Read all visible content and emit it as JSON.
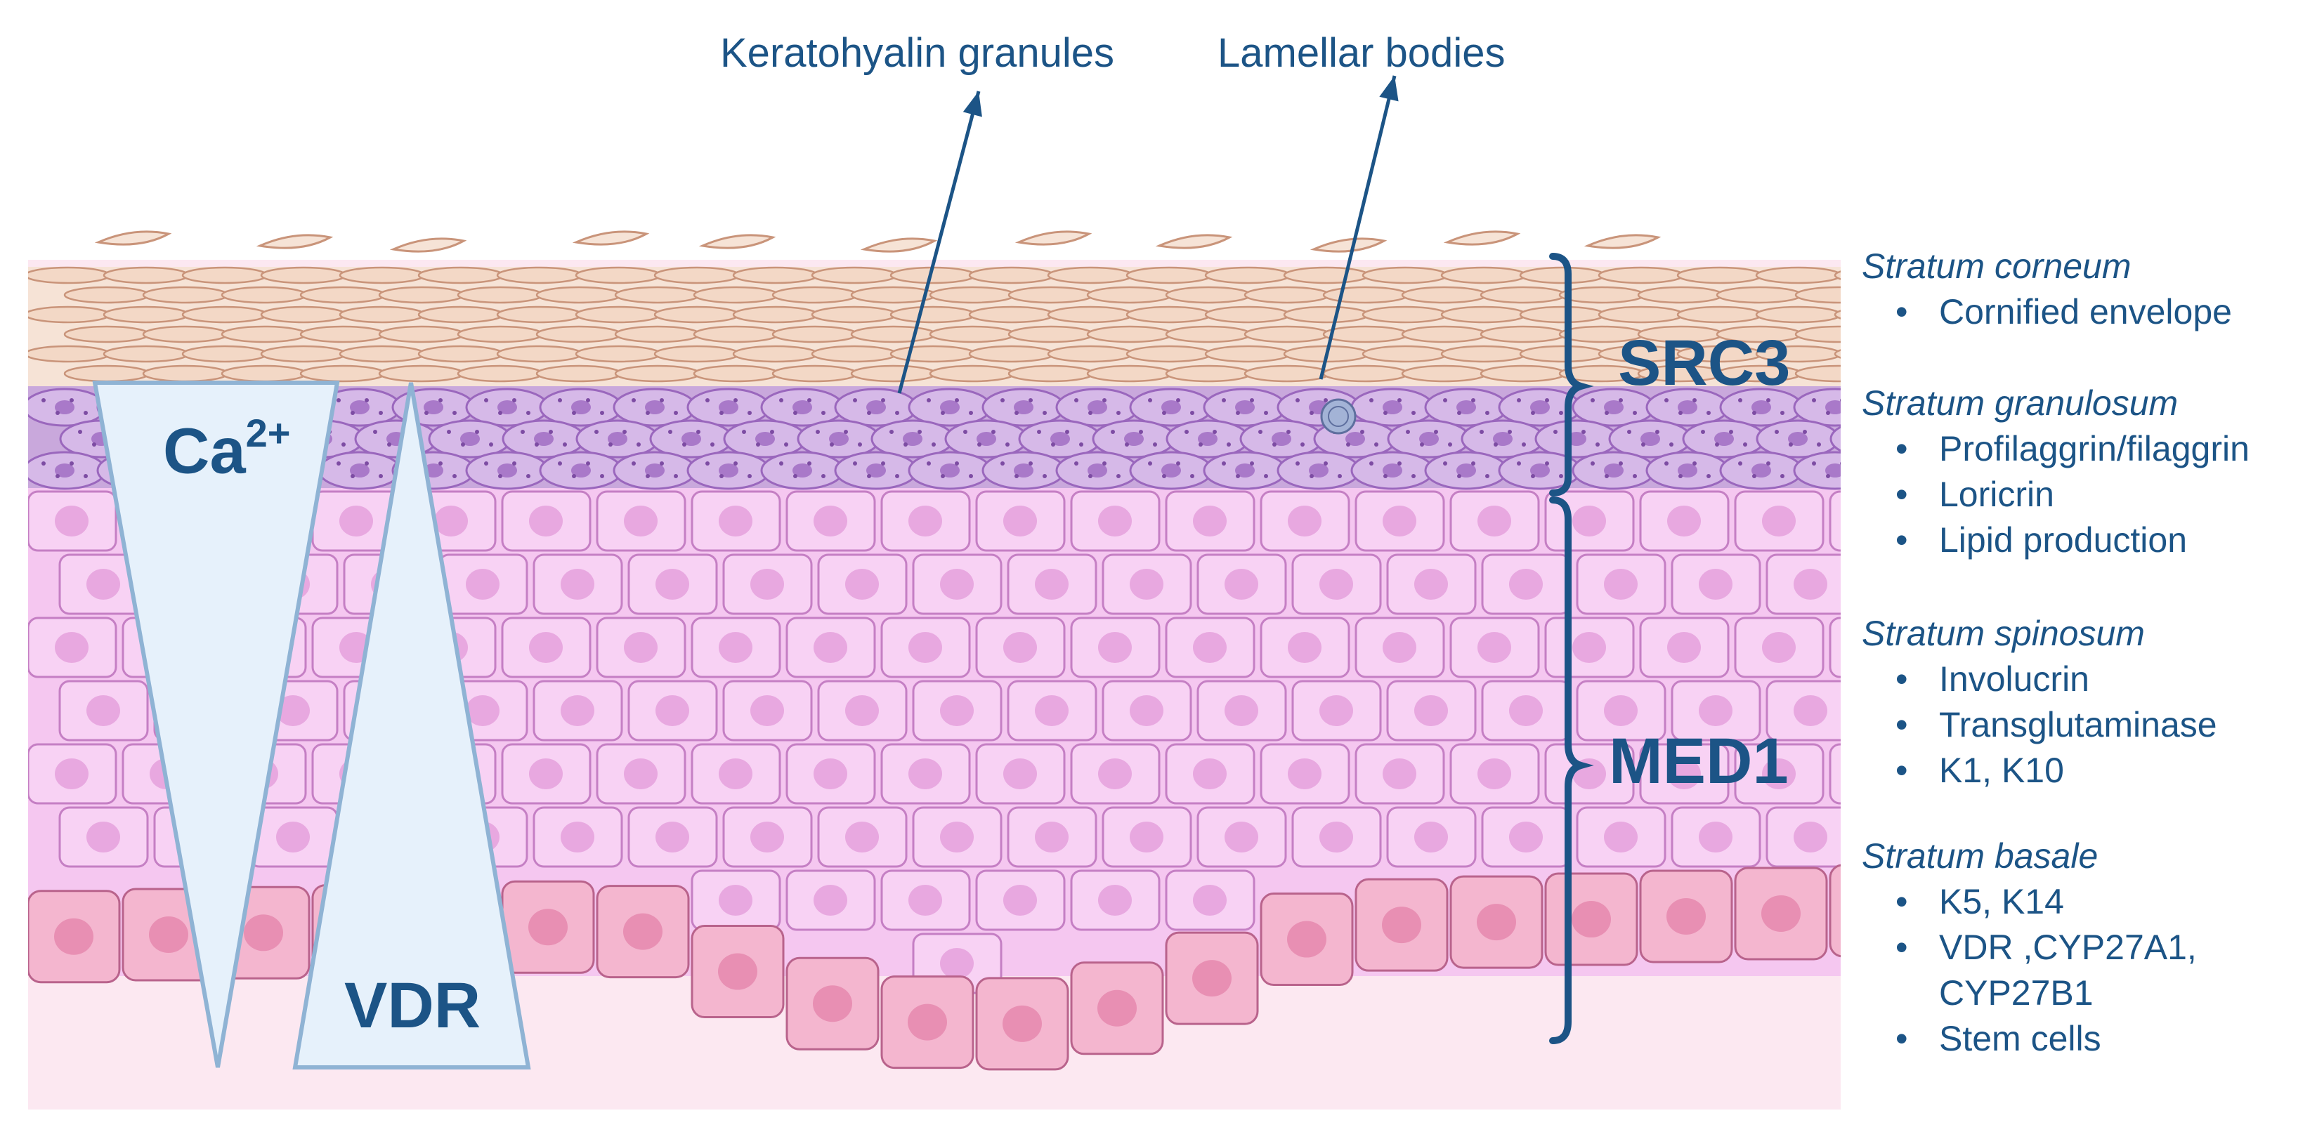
{
  "annotations": {
    "keratohyalin": "Keratohyalin granules",
    "lamellar": "Lamellar bodies"
  },
  "gradients": {
    "calcium_base": "Ca",
    "calcium_sup": "2+",
    "vdr": "VDR"
  },
  "brackets": {
    "src3": "SRC3",
    "med1": "MED1"
  },
  "layers": [
    {
      "name": "Stratum corneum",
      "items": [
        "Cornified envelope"
      ]
    },
    {
      "name": "Stratum granulosum",
      "items": [
        "Profilaggrin/filaggrin",
        "Loricrin",
        "Lipid production"
      ]
    },
    {
      "name": "Stratum spinosum",
      "items": [
        "Involucrin",
        "Transglutaminase",
        "K1, K10"
      ]
    },
    {
      "name": "Stratum basale",
      "items": [
        "K5, K14",
        "VDR ,CYP27A1,",
        "CYP27B1",
        "Stem cells"
      ]
    }
  ],
  "colors": {
    "text": "#1c5486",
    "corneum": "#f6e3d6",
    "granulosum": "#c9a8dc",
    "spinosum": "#f5c7f0",
    "basale": "#f4b6cf",
    "dermis": "#fce8f1",
    "triangle_fill": "#e6f1fb",
    "triangle_stroke": "#8fb3d4"
  }
}
